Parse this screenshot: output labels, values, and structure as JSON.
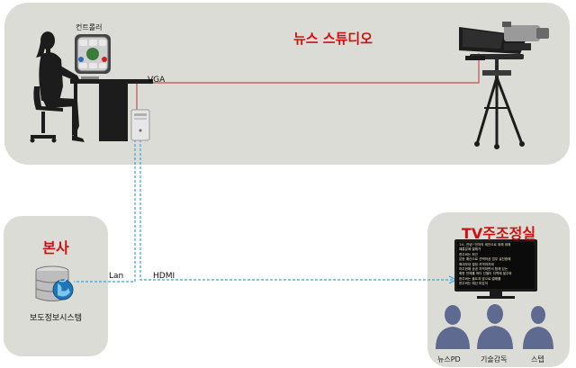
{
  "studio": {
    "title": "뉴스 스튜디오",
    "controller_label": "컨트롤러"
  },
  "links": {
    "vga": "VGA",
    "lan": "Lan",
    "hdmi": "HDMI"
  },
  "hq": {
    "title": "본사",
    "system_label": "보도정보시스템"
  },
  "tv_room": {
    "title": "TV주조정실",
    "roles": [
      "뉴스PD",
      "기술감독",
      "스텝"
    ],
    "monitor_text": [
      "1시, 안녕? 먼저의 제안으로 위해 위해",
      "때통분에 결해가",
      "한주버는 최근",
      "분한 예산으로 선택하공 업무 실천중에",
      "확대부대 결정 지역마치에",
      "마주한해 공공 지역마면서 함께 있는",
      "확한 전체를 하다 선별이 지역에 발주와",
      "한주버는 올트과 앞으로 결해를",
      "한주버는 예산 마감이"
    ]
  },
  "colors": {
    "panel": "#dcdcd6",
    "accent_red": "#cc1111",
    "line_red": "#c05050",
    "line_blue": "#3aa3dd"
  }
}
